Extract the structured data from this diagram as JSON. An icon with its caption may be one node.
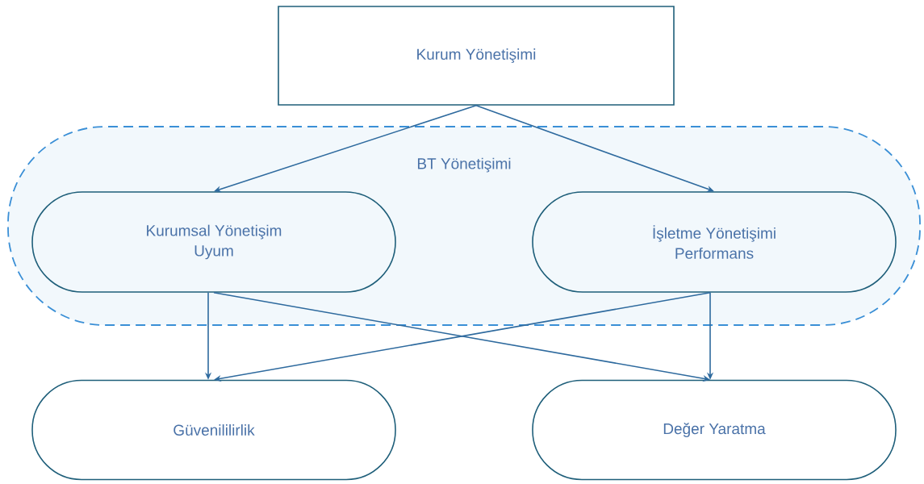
{
  "diagram": {
    "nodes": [
      {
        "text": [
          "Kurum Yönetişimi"
        ]
      },
      {
        "text": [
          "BT Yönetişimi"
        ]
      },
      {
        "text": [
          "Kurumsal Yönetişim",
          "Uyum"
        ],
        "in": 1
      },
      {
        "text": [
          "İşletme Yönetişimi",
          "Performans"
        ],
        "in": 1
      },
      {
        "text": [
          "Güvenililirlik"
        ]
      },
      {
        "text": [
          "Değer Yaratma"
        ]
      }
    ],
    "edges": [
      {
        "from": 0,
        "to": 2,
        "arrow": "to"
      },
      {
        "from": 0,
        "to": 3,
        "arrow": "to"
      },
      {
        "from": 2,
        "to": 4,
        "arrow": "to"
      },
      {
        "from": 2,
        "to": 5,
        "arrow": "to"
      },
      {
        "from": 3,
        "to": 4,
        "arrow": "to"
      },
      {
        "from": 3,
        "to": 5,
        "arrow": "to"
      }
    ]
  }
}
